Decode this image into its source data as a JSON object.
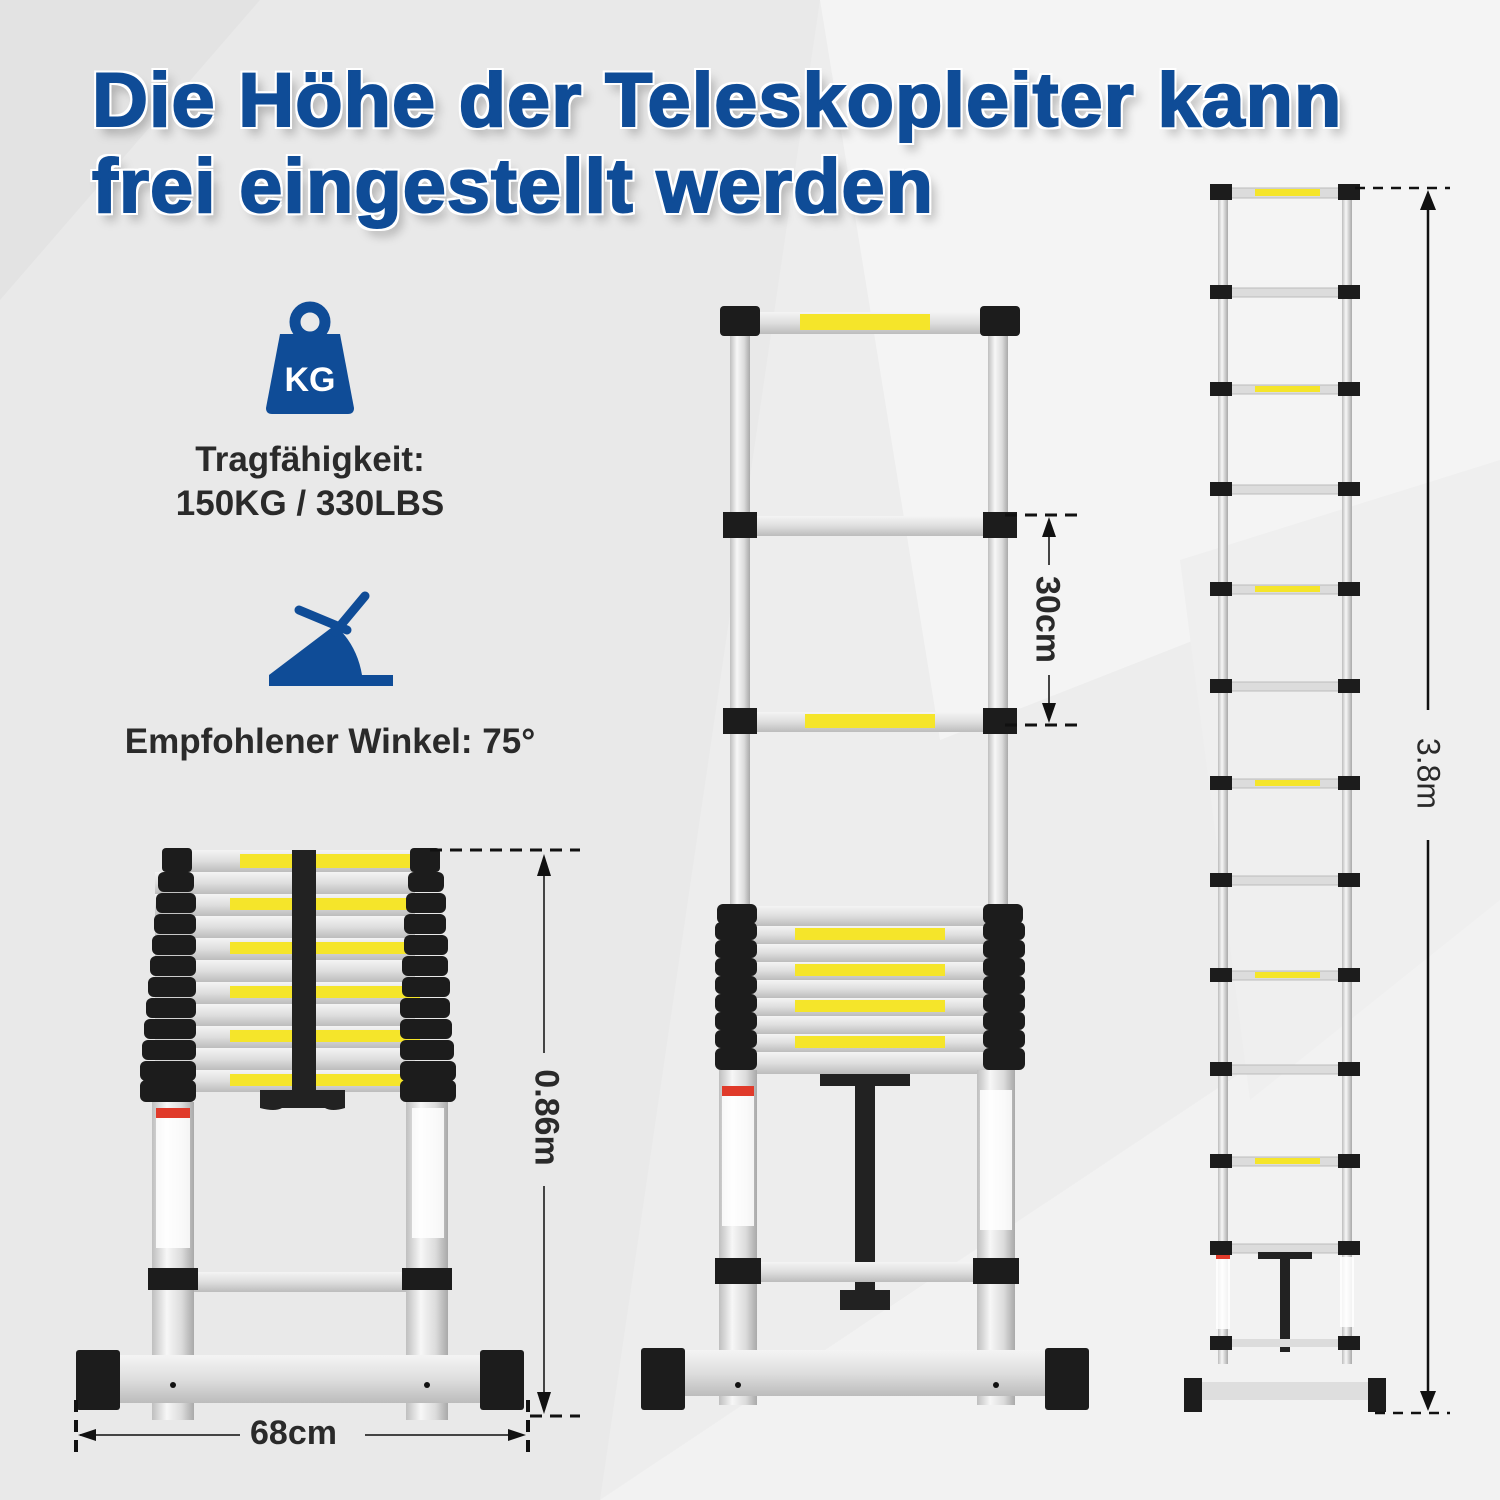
{
  "title": {
    "line1": "Die Höhe der Teleskopleiter kann",
    "line2": "frei eingestellt werden"
  },
  "specs": {
    "load_capacity": {
      "icon": "weight-kg-icon",
      "icon_text": "KG",
      "label": "Tragfähigkeit:",
      "value": "150KG / 330LBS"
    },
    "angle": {
      "icon": "angle-icon",
      "label": "Empfohlener Winkel: 75°"
    }
  },
  "ladders": [
    {
      "state": "collapsed",
      "height_label": "0.86m",
      "width_label": "68cm"
    },
    {
      "state": "partially-extended",
      "rung_spacing_label": "30cm"
    },
    {
      "state": "fully-extended",
      "height_label": "3.8m"
    }
  ],
  "colors": {
    "brand_blue": "#0f4c97",
    "text_dark": "#2a2a2a",
    "label_yellow": "#f5e52a",
    "warning_red": "#e03a2a"
  }
}
